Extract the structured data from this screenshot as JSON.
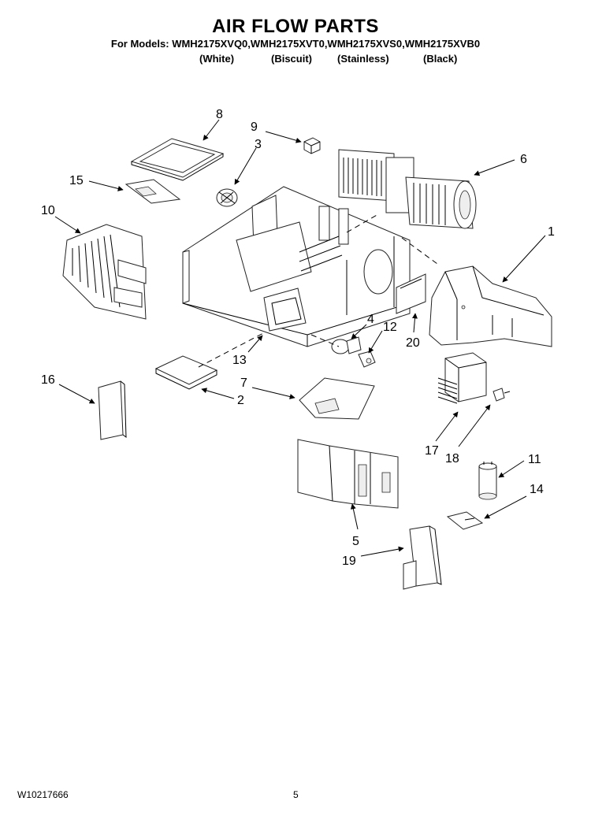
{
  "header": {
    "title": "AIR FLOW PARTS",
    "models": "For Models: WMH2175XVQ0,WMH2175XVT0,WMH2175XVS0,WMH2175XVB0",
    "variants": [
      "(White)",
      "(Biscuit)",
      "(Stainless)",
      "(Black)"
    ]
  },
  "callouts": [
    "8",
    "9",
    "3",
    "6",
    "15",
    "10",
    "1",
    "4",
    "12",
    "20",
    "13",
    "16",
    "7",
    "2",
    "17",
    "18",
    "11",
    "14",
    "5",
    "19"
  ],
  "footer": {
    "doc_number": "W10217666",
    "page": "5"
  }
}
